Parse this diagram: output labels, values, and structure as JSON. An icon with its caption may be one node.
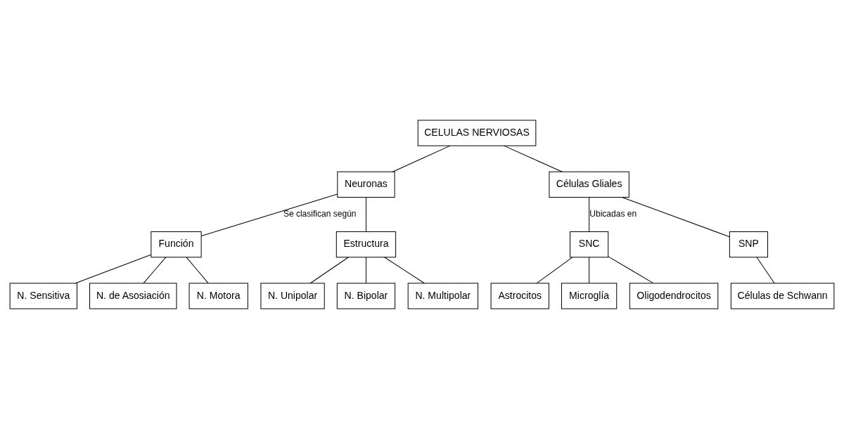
{
  "diagram": {
    "nodes": [
      {
        "text": [
          "CELULAS NERVIOSAS"
        ]
      },
      {
        "text": [
          "Neuronas"
        ]
      },
      {
        "text": [
          "Células Gliales"
        ]
      },
      {
        "text": [
          "Función"
        ]
      },
      {
        "text": [
          "Estructura"
        ]
      },
      {
        "text": [
          "SNC"
        ]
      },
      {
        "text": [
          "SNP"
        ]
      },
      {
        "text": [
          "N. Sensitiva"
        ]
      },
      {
        "text": [
          "N. de Asosiación"
        ]
      },
      {
        "text": [
          "N. Motora"
        ]
      },
      {
        "text": [
          "N. Unipolar"
        ]
      },
      {
        "text": [
          "N. Bipolar"
        ]
      },
      {
        "text": [
          "N. Multipolar"
        ]
      },
      {
        "text": [
          "Astrocitos"
        ]
      },
      {
        "text": [
          "Microglía"
        ]
      },
      {
        "text": [
          "Oligodendrocitos"
        ]
      },
      {
        "text": [
          "Células de Schwann"
        ]
      }
    ],
    "edges": [
      {
        "from": 0,
        "to": 1,
        "arrow": "none"
      },
      {
        "from": 0,
        "to": 2,
        "arrow": "none"
      },
      {
        "from": 1,
        "to": 3,
        "arrow": "none",
        "label": "Se clasifican según"
      },
      {
        "from": 1,
        "to": 4,
        "arrow": "none"
      },
      {
        "from": 2,
        "to": 5,
        "arrow": "none",
        "label": "Ubicadas en"
      },
      {
        "from": 2,
        "to": 6,
        "arrow": "none"
      },
      {
        "from": 3,
        "to": 7,
        "arrow": "none"
      },
      {
        "from": 3,
        "to": 8,
        "arrow": "none"
      },
      {
        "from": 3,
        "to": 9,
        "arrow": "none"
      },
      {
        "from": 4,
        "to": 10,
        "arrow": "none"
      },
      {
        "from": 4,
        "to": 11,
        "arrow": "none"
      },
      {
        "from": 4,
        "to": 12,
        "arrow": "none"
      },
      {
        "from": 5,
        "to": 13,
        "arrow": "none"
      },
      {
        "from": 5,
        "to": 14,
        "arrow": "none"
      },
      {
        "from": 5,
        "to": 15,
        "arrow": "none"
      },
      {
        "from": 6,
        "to": 16,
        "arrow": "none"
      }
    ]
  }
}
